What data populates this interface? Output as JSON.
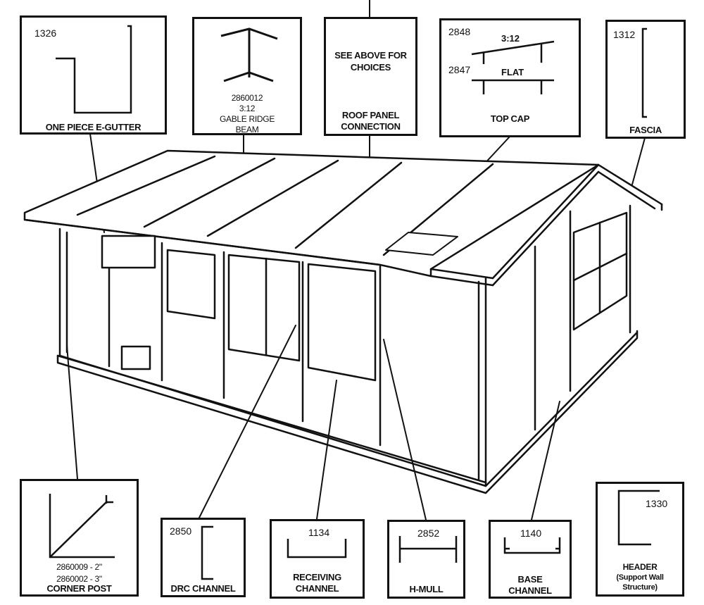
{
  "callouts": {
    "e_gutter": {
      "code": "1326",
      "label": "ONE PIECE E-GUTTER"
    },
    "gable_ridge": {
      "code": "2860012",
      "pitch": "3:12",
      "label1": "GABLE RIDGE",
      "label2": "BEAM"
    },
    "roof_panel": {
      "note1": "SEE ABOVE FOR",
      "note2": "CHOICES",
      "label1": "ROOF PANEL",
      "label2": "CONNECTION"
    },
    "top_cap": {
      "code_pitched": "2848",
      "pitch": "3:12",
      "code_flat": "2847",
      "flat": "FLAT",
      "label": "TOP CAP"
    },
    "fascia": {
      "code": "1312",
      "label": "FASCIA"
    },
    "corner_post": {
      "code1": "2860009 - 2\"",
      "code2": "2860002 - 3\"",
      "label": "CORNER POST"
    },
    "drc_channel": {
      "code": "2850",
      "label": "DRC CHANNEL"
    },
    "receiving_channel": {
      "code": "1134",
      "label1": "RECEIVING",
      "label2": "CHANNEL"
    },
    "h_mull": {
      "code": "2852",
      "label": "H-MULL"
    },
    "base_channel": {
      "code": "1140",
      "label1": "BASE",
      "label2": "CHANNEL"
    },
    "header": {
      "code": "1330",
      "label1": "HEADER",
      "label2": "(Support Wall",
      "label3": "Structure)"
    }
  }
}
